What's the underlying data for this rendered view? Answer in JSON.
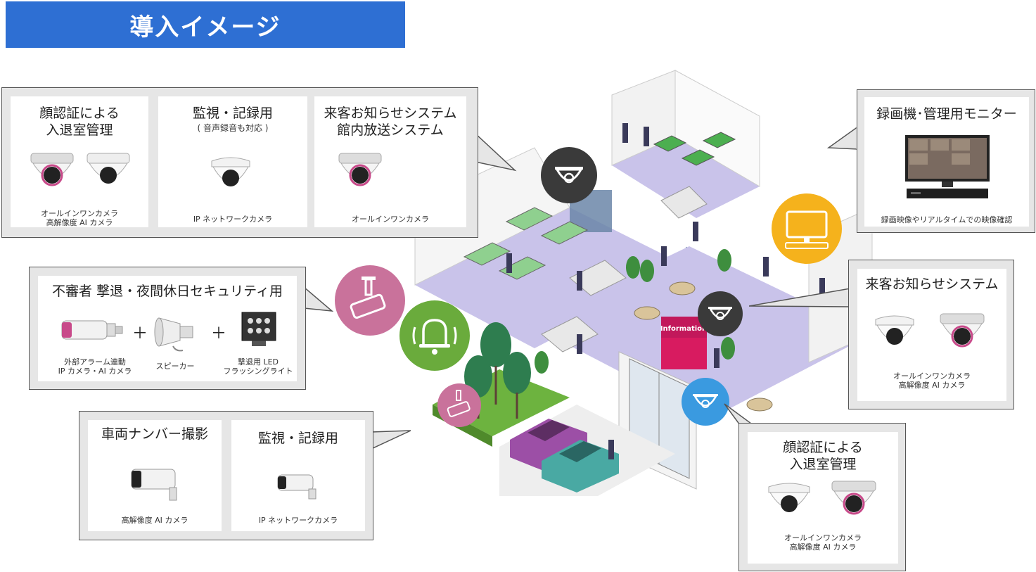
{
  "header": {
    "title": "導入イメージ"
  },
  "top_left": {
    "panels": [
      {
        "title_lines": [
          "顔認証による",
          "入退室管理"
        ],
        "caption_lines": [
          "オールインワンカメラ",
          "高解像度 AI カメラ"
        ]
      },
      {
        "title_lines": [
          "監視・記録用"
        ],
        "subtitle": "( 音声録音も対応 )",
        "caption_lines": [
          "IP ネットワークカメラ"
        ]
      },
      {
        "title_lines": [
          "来客お知らせシステム",
          "館内放送システム"
        ],
        "caption_lines": [
          "オールインワンカメラ"
        ]
      }
    ]
  },
  "security": {
    "title": "不審者 撃退・夜間休日セキュリティ用",
    "items": [
      {
        "caption_lines": [
          "外部アラーム連動",
          "IP カメラ・AI カメラ"
        ]
      },
      {
        "caption_lines": [
          "スピーカー"
        ]
      },
      {
        "caption_lines": [
          "撃退用 LED",
          "フラッシングライト"
        ]
      }
    ],
    "plus": "＋"
  },
  "bottom_left": {
    "panels": [
      {
        "title_lines": [
          "車両ナンバー撮影"
        ],
        "caption_lines": [
          "高解像度 AI カメラ"
        ]
      },
      {
        "title_lines": [
          "監視・記録用"
        ],
        "caption_lines": [
          "IP ネットワークカメラ"
        ]
      }
    ]
  },
  "recorder": {
    "title": "録画機･管理用モニター",
    "caption": "録画映像やリアルタイムでの映像確認"
  },
  "visitor": {
    "title": "来客お知らせシステム",
    "caption_lines": [
      "オールインワンカメラ",
      "高解像度 AI カメラ"
    ]
  },
  "face_right": {
    "title_lines": [
      "顔認証による",
      "入退室管理"
    ],
    "caption_lines": [
      "オールインワンカメラ",
      "高解像度 AI カメラ"
    ]
  },
  "scene": {
    "info_sign": "Information"
  },
  "colors": {
    "banner": "#2e6fd3",
    "pink": "#c9729b",
    "green": "#6aab3c",
    "yellow": "#f5b21c",
    "blue": "#3a9ae0",
    "dark": "#3a3a3a",
    "floor": "#c9c3ea"
  }
}
